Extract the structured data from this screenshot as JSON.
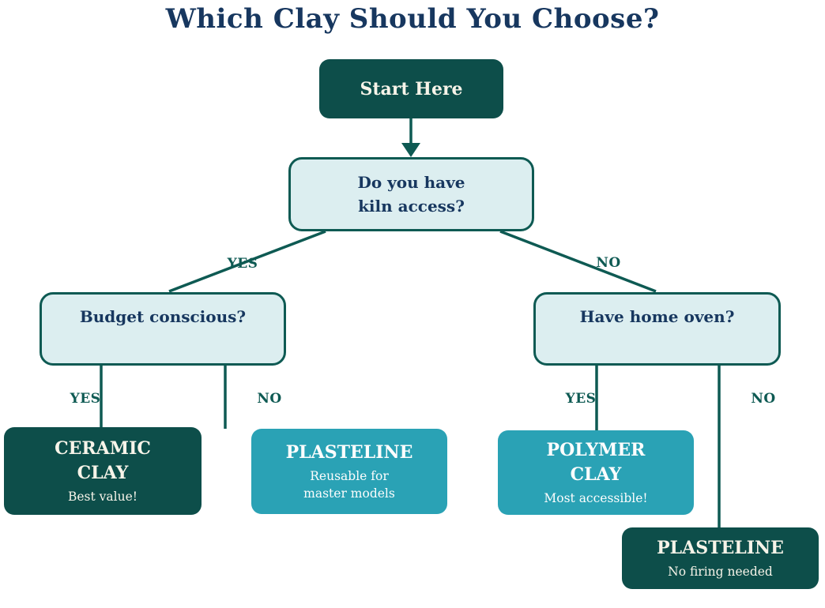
{
  "title": "Which Clay Should You Choose?",
  "colors": {
    "navy": "#17375f",
    "darkTeal": "#0d4e4a",
    "line": "#0e5a53",
    "lightFill": "#dceef0",
    "cyan": "#2aa2b5",
    "cream": "#f7f4e9",
    "white": "#fdfdfd",
    "background": "#ffffff"
  },
  "nodes": {
    "start": {
      "label": "Start Here"
    },
    "kiln_question": {
      "line1": "Do you have",
      "line2": "kiln access?"
    },
    "budget_question": {
      "label": "Budget conscious?"
    },
    "oven_question": {
      "label": "Have home oven?"
    },
    "ceramic_result": {
      "name_line1": "CERAMIC",
      "name_line2": "CLAY",
      "note": "Best value!"
    },
    "plasteline_mid_result": {
      "name": "PLASTELINE",
      "note_line1": "Reusable for",
      "note_line2": "master models"
    },
    "polymer_result": {
      "name_line1": "POLYMER",
      "name_line2": "CLAY",
      "note": "Most accessible!"
    },
    "plasteline_bottom_result": {
      "name": "PLASTELINE",
      "note": "No firing needed"
    }
  },
  "edge_labels": {
    "kiln_yes": "YES",
    "kiln_no": "NO",
    "budget_yes": "YES",
    "budget_no": "NO",
    "oven_yes": "YES",
    "oven_no": "NO"
  }
}
